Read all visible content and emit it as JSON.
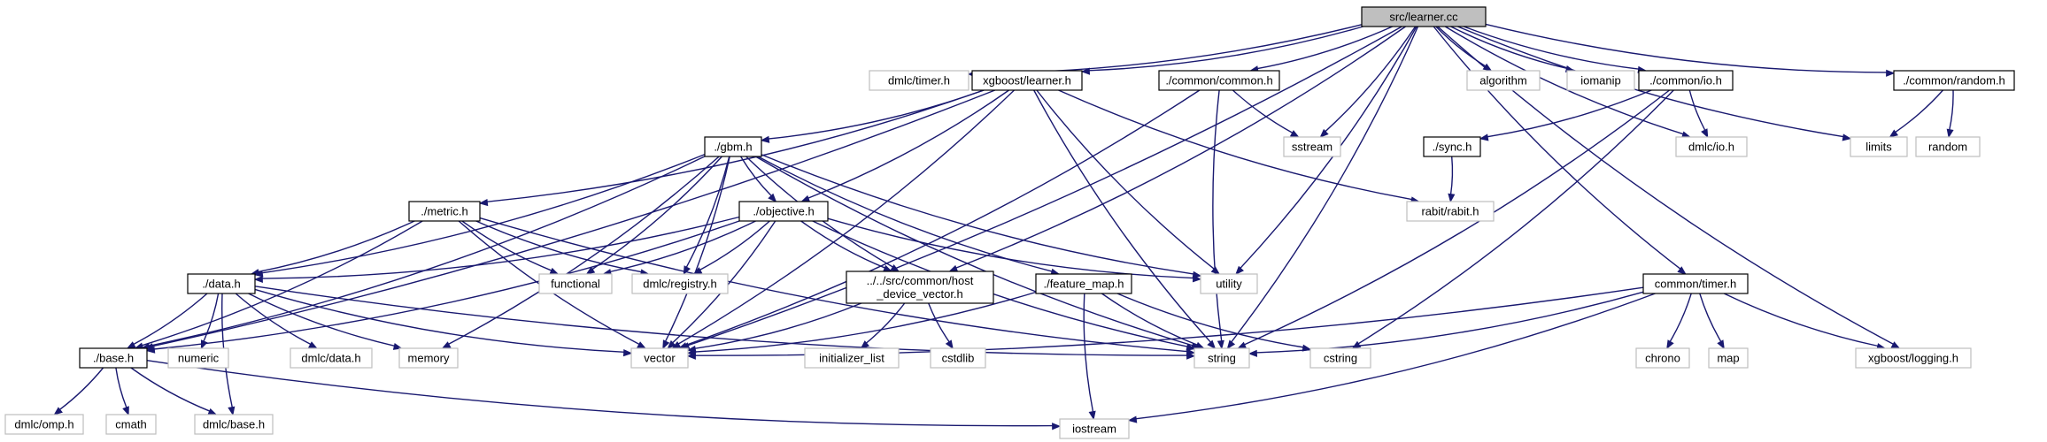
{
  "diagram": {
    "nodes": [
      {
        "id": "learner_cc",
        "label": "src/learner.cc",
        "style": "root"
      },
      {
        "id": "timer_h",
        "label": "dmlc/timer.h",
        "style": "light"
      },
      {
        "id": "xgb_learner",
        "label": "xgboost/learner.h",
        "style": "solid"
      },
      {
        "id": "common_common",
        "label": "./common/common.h",
        "style": "solid"
      },
      {
        "id": "algorithm",
        "label": "algorithm",
        "style": "light"
      },
      {
        "id": "iomanip",
        "label": "iomanip",
        "style": "light"
      },
      {
        "id": "common_io",
        "label": "./common/io.h",
        "style": "solid"
      },
      {
        "id": "common_random",
        "label": "./common/random.h",
        "style": "solid"
      },
      {
        "id": "gbm",
        "label": "./gbm.h",
        "style": "solid"
      },
      {
        "id": "sstream",
        "label": "sstream",
        "style": "light"
      },
      {
        "id": "dmlc_io",
        "label": "dmlc/io.h",
        "style": "light"
      },
      {
        "id": "limits",
        "label": "limits",
        "style": "light"
      },
      {
        "id": "random",
        "label": "random",
        "style": "light"
      },
      {
        "id": "sync",
        "label": "./sync.h",
        "style": "solid"
      },
      {
        "id": "metric",
        "label": "./metric.h",
        "style": "solid"
      },
      {
        "id": "objective",
        "label": "./objective.h",
        "style": "solid"
      },
      {
        "id": "rabit",
        "label": "rabit/rabit.h",
        "style": "light"
      },
      {
        "id": "data",
        "label": "./data.h",
        "style": "solid"
      },
      {
        "id": "functional",
        "label": "functional",
        "style": "light"
      },
      {
        "id": "registry",
        "label": "dmlc/registry.h",
        "style": "light"
      },
      {
        "id": "hdv",
        "label": "../../src/common/host_device_vector.h",
        "lines": [
          "../../src/common/host",
          "_device_vector.h"
        ],
        "style": "solid"
      },
      {
        "id": "feature_map",
        "label": "./feature_map.h",
        "style": "solid"
      },
      {
        "id": "utility",
        "label": "utility",
        "style": "light"
      },
      {
        "id": "common_timer",
        "label": "common/timer.h",
        "style": "solid"
      },
      {
        "id": "base",
        "label": "./base.h",
        "style": "solid"
      },
      {
        "id": "numeric",
        "label": "numeric",
        "style": "light"
      },
      {
        "id": "dmlc_data",
        "label": "dmlc/data.h",
        "style": "light"
      },
      {
        "id": "memory",
        "label": "memory",
        "style": "light"
      },
      {
        "id": "vector",
        "label": "vector",
        "style": "light"
      },
      {
        "id": "initializer_list",
        "label": "initializer_list",
        "style": "light"
      },
      {
        "id": "cstdlib",
        "label": "cstdlib",
        "style": "light"
      },
      {
        "id": "string",
        "label": "string",
        "style": "light"
      },
      {
        "id": "cstring",
        "label": "cstring",
        "style": "light"
      },
      {
        "id": "chrono",
        "label": "chrono",
        "style": "light"
      },
      {
        "id": "map",
        "label": "map",
        "style": "light"
      },
      {
        "id": "xgb_logging",
        "label": "xgboost/logging.h",
        "style": "light"
      },
      {
        "id": "dmlc_omp",
        "label": "dmlc/omp.h",
        "style": "light"
      },
      {
        "id": "cmath",
        "label": "cmath",
        "style": "light"
      },
      {
        "id": "dmlc_base",
        "label": "dmlc/base.h",
        "style": "light"
      },
      {
        "id": "iostream",
        "label": "iostream",
        "style": "light"
      }
    ],
    "edges": [
      [
        "learner_cc",
        "timer_h"
      ],
      [
        "learner_cc",
        "xgb_learner"
      ],
      [
        "learner_cc",
        "common_common"
      ],
      [
        "learner_cc",
        "algorithm"
      ],
      [
        "learner_cc",
        "iomanip"
      ],
      [
        "learner_cc",
        "common_io"
      ],
      [
        "learner_cc",
        "common_random"
      ],
      [
        "learner_cc",
        "sstream"
      ],
      [
        "learner_cc",
        "dmlc_io"
      ],
      [
        "learner_cc",
        "limits"
      ],
      [
        "learner_cc",
        "xgb_logging"
      ],
      [
        "learner_cc",
        "vector"
      ],
      [
        "learner_cc",
        "string"
      ],
      [
        "learner_cc",
        "utility"
      ],
      [
        "learner_cc",
        "hdv"
      ],
      [
        "learner_cc",
        "common_timer"
      ],
      [
        "xgb_learner",
        "gbm"
      ],
      [
        "xgb_learner",
        "metric"
      ],
      [
        "xgb_learner",
        "objective"
      ],
      [
        "xgb_learner",
        "rabit"
      ],
      [
        "xgb_learner",
        "utility"
      ],
      [
        "xgb_learner",
        "string"
      ],
      [
        "xgb_learner",
        "vector"
      ],
      [
        "xgb_learner",
        "base"
      ],
      [
        "common_common",
        "sstream"
      ],
      [
        "common_common",
        "string"
      ],
      [
        "common_common",
        "vector"
      ],
      [
        "common_io",
        "sync"
      ],
      [
        "common_io",
        "dmlc_io"
      ],
      [
        "common_io",
        "string"
      ],
      [
        "common_io",
        "cstring"
      ],
      [
        "common_random",
        "limits"
      ],
      [
        "common_random",
        "random"
      ],
      [
        "sync",
        "rabit"
      ],
      [
        "gbm",
        "objective"
      ],
      [
        "gbm",
        "data"
      ],
      [
        "gbm",
        "functional"
      ],
      [
        "gbm",
        "registry"
      ],
      [
        "gbm",
        "hdv"
      ],
      [
        "gbm",
        "feature_map"
      ],
      [
        "gbm",
        "utility"
      ],
      [
        "gbm",
        "vector"
      ],
      [
        "gbm",
        "string"
      ],
      [
        "gbm",
        "memory"
      ],
      [
        "gbm",
        "base"
      ],
      [
        "metric",
        "data"
      ],
      [
        "metric",
        "functional"
      ],
      [
        "metric",
        "registry"
      ],
      [
        "metric",
        "vector"
      ],
      [
        "metric",
        "string"
      ],
      [
        "metric",
        "base"
      ],
      [
        "objective",
        "data"
      ],
      [
        "objective",
        "functional"
      ],
      [
        "objective",
        "registry"
      ],
      [
        "objective",
        "hdv"
      ],
      [
        "objective",
        "utility"
      ],
      [
        "objective",
        "vector"
      ],
      [
        "objective",
        "string"
      ],
      [
        "objective",
        "base"
      ],
      [
        "data",
        "base"
      ],
      [
        "data",
        "numeric"
      ],
      [
        "data",
        "dmlc_data"
      ],
      [
        "data",
        "memory"
      ],
      [
        "data",
        "vector"
      ],
      [
        "data",
        "string"
      ],
      [
        "data",
        "dmlc_base"
      ],
      [
        "hdv",
        "initializer_list"
      ],
      [
        "hdv",
        "cstdlib"
      ],
      [
        "hdv",
        "vector"
      ],
      [
        "feature_map",
        "vector"
      ],
      [
        "feature_map",
        "string"
      ],
      [
        "feature_map",
        "cstring"
      ],
      [
        "feature_map",
        "iostream"
      ],
      [
        "common_timer",
        "chrono"
      ],
      [
        "common_timer",
        "map"
      ],
      [
        "common_timer",
        "xgb_logging"
      ],
      [
        "common_timer",
        "string"
      ],
      [
        "common_timer",
        "vector"
      ],
      [
        "common_timer",
        "iostream"
      ],
      [
        "base",
        "dmlc_omp"
      ],
      [
        "base",
        "cmath"
      ],
      [
        "base",
        "dmlc_base"
      ],
      [
        "base",
        "iostream"
      ]
    ]
  }
}
